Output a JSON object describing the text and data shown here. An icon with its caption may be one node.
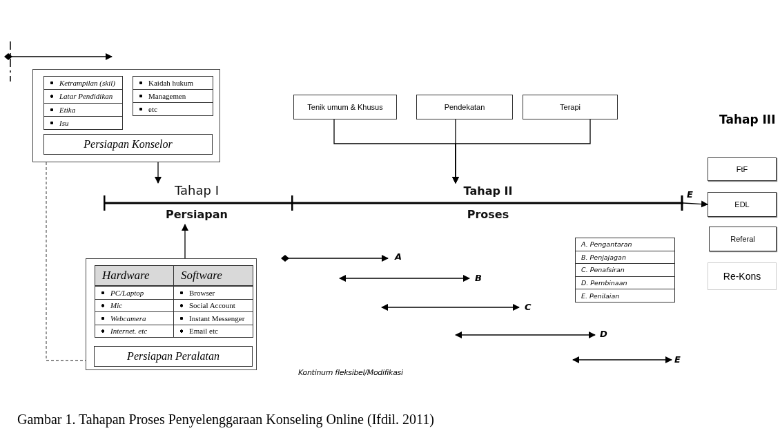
{
  "diagram": {
    "caption": "Gambar 1.  Tahapan Proses Penyelenggaraan Konseling Online (Ifdil. 2011)",
    "nodes": [
      {
        "text": [],
        "shape": "box"
      },
      {
        "text": [
          "Ketrampilan (skil)",
          "Latar Pendidikan",
          "Etika",
          "Isu"
        ],
        "in": 0
      },
      {
        "text": [
          "Kaidah hukum",
          "Managemen",
          "etc"
        ],
        "in": 0
      },
      {
        "text": [
          "Persiapan Konselor"
        ],
        "in": 0
      },
      {
        "text": [
          "Tenik umum & Khusus"
        ]
      },
      {
        "text": [
          "Pendekatan"
        ]
      },
      {
        "text": [
          "Terapi"
        ]
      },
      {
        "text": [
          "Tahap I",
          "Persiapan"
        ]
      },
      {
        "text": [
          "Tahap II",
          "Proses"
        ]
      },
      {
        "text": [
          "FtF"
        ]
      },
      {
        "text": [
          "EDL"
        ]
      },
      {
        "text": [
          "Referal"
        ]
      },
      {
        "text": [
          "Re-Kons"
        ]
      },
      {
        "text": [
          "A. Pengantaran",
          "B. Penjajagan",
          "C. Penafsiran",
          "D. Pembinaan",
          "E. Penilaian"
        ]
      },
      {
        "text": [],
        "shape": "box"
      },
      {
        "text": [
          "Hardware",
          "PC/Laptop",
          "Mic",
          "Webcamera",
          "Internet. etc"
        ],
        "in": 14
      },
      {
        "text": [
          "Software",
          "Browser",
          "Social Account",
          "Instant Messenger",
          "Email etc"
        ],
        "in": 14
      },
      {
        "text": [
          "Persiapan Peralatan"
        ],
        "in": 14
      }
    ],
    "edges": [
      {
        "from": 0,
        "to": 7,
        "arrow": "to"
      },
      {
        "from": 4,
        "to": 8,
        "arrow": "to"
      },
      {
        "from": 5,
        "to": 8,
        "arrow": "to"
      },
      {
        "from": 6,
        "to": 8,
        "arrow": "to"
      },
      {
        "from": 8,
        "to": 10,
        "arrow": "to",
        "label": "E"
      },
      {
        "from": 14,
        "to": 7,
        "arrow": "to"
      },
      {
        "from": 0,
        "to": 14,
        "arrow": "none",
        "style": "dashed",
        "color": "#666666"
      }
    ],
    "labels": [
      "Tahap III",
      "A",
      "B",
      "C",
      "D",
      "E",
      "Kontinum fleksibel/Modifikasi"
    ]
  }
}
